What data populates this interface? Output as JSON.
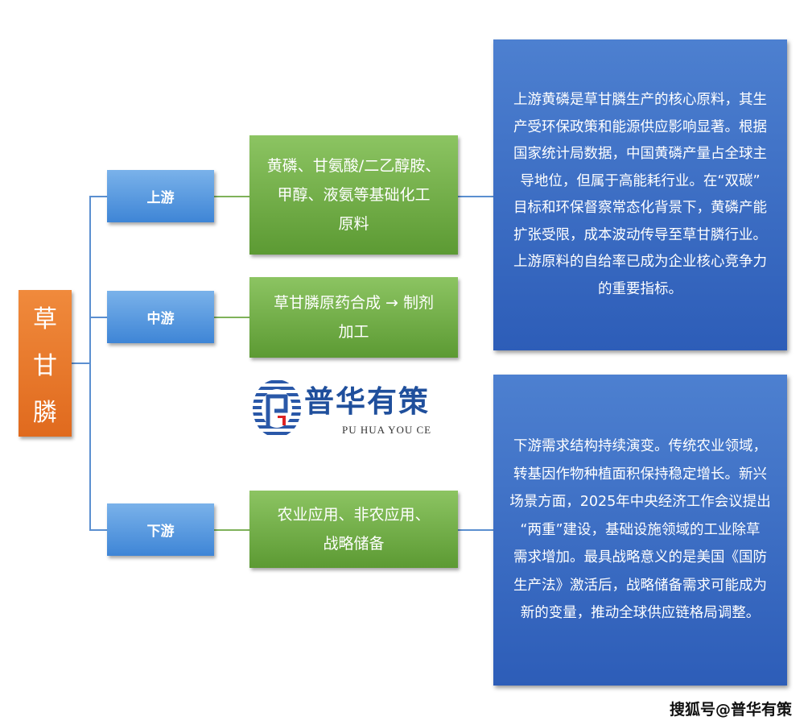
{
  "root": {
    "chars": [
      "草",
      "甘",
      "膦"
    ]
  },
  "stages": [
    {
      "label": "上游",
      "detail_lines": [
        "黄磷、甘氨酸/二乙醇胺、",
        "甲醇、液氨等基础化工",
        "原料"
      ]
    },
    {
      "label": "中游",
      "detail_lines": [
        "草甘膦原药合成 → 制剂",
        "加工"
      ]
    },
    {
      "label": "下游",
      "detail_lines": [
        "农业应用、非农应用、",
        "战略储备"
      ]
    }
  ],
  "upstream_note": [
    "上游黄磷是草甘膦生产的核心原料，其生",
    "产受环保政策和能源供应影响显著。根据",
    "国家统计局数据，中国黄磷产量占全球主",
    "导地位，但属于高能耗行业。在“双碳”",
    "目标和环保督察常态化背景下，黄磷产能",
    "扩张受限，成本波动传导至草甘膦行业。",
    "上游原料的自给率已成为企业核心竞争力",
    "的重要指标。"
  ],
  "downstream_note": [
    "下游需求结构持续演变。传统农业领域，",
    "转基因作物种植面积保持稳定增长。新兴",
    "场景方面，2025年中央经济工作会议提出",
    "“两重”建设，基础设施领域的工业除草",
    "需求增加。最具战略意义的是美国《国防",
    "生产法》激活后，战略储备需求可能成为",
    "新的变量，推动全球供应链格局调整。"
  ],
  "watermark": {
    "name": "普华有策",
    "sub": "PU HUA YOU CE"
  },
  "footer": "搜狐号@普华有策"
}
